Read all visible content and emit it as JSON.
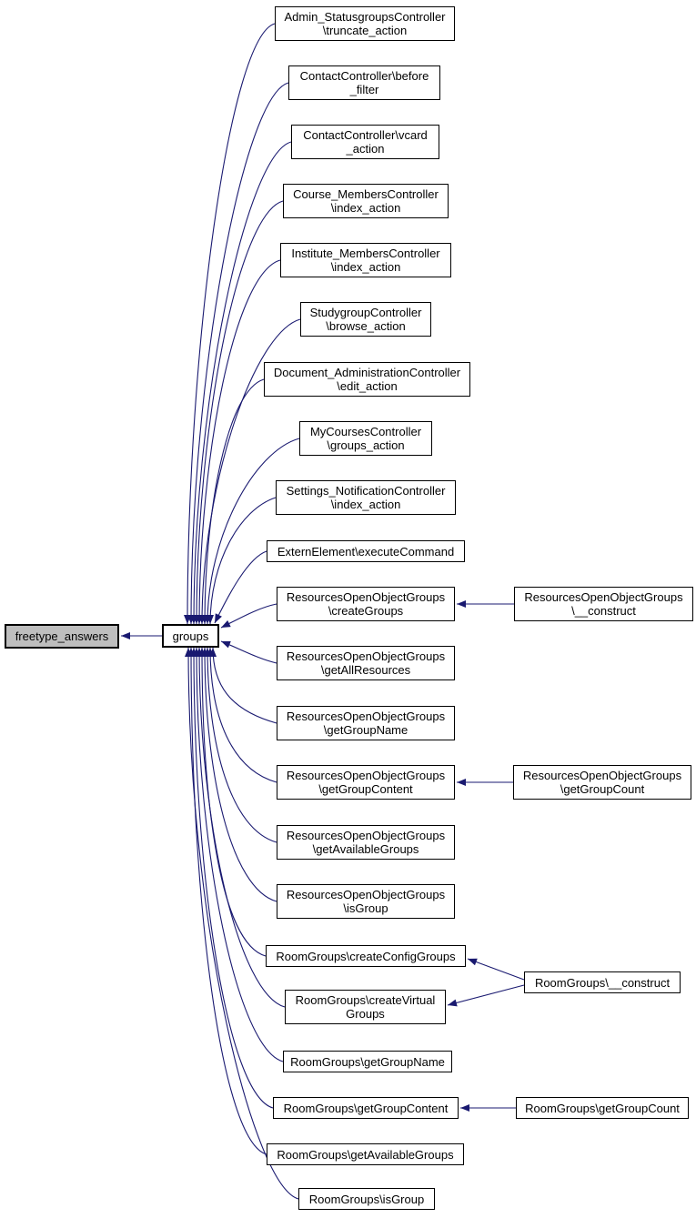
{
  "diagram": {
    "type": "doxygen-caller-graph",
    "background_color": "#ffffff",
    "edge_color": "#191970",
    "node_border_color": "#000000",
    "node_fill_color": "#ffffff",
    "highlight_fill_color": "#bebebe"
  },
  "nodes": [
    {
      "id": "freetype_answers",
      "lines": [
        "freetype_answers"
      ],
      "highlighted": true
    },
    {
      "id": "groups",
      "lines": [
        "groups"
      ]
    },
    {
      "id": "admin_statusgroups_truncate_action",
      "lines": [
        "Admin_StatusgroupsController",
        "\\truncate_action"
      ]
    },
    {
      "id": "contact_before_filter",
      "lines": [
        "ContactController\\before",
        "_filter"
      ]
    },
    {
      "id": "contact_vcard_action",
      "lines": [
        "ContactController\\vcard",
        "_action"
      ]
    },
    {
      "id": "course_members_index_action",
      "lines": [
        "Course_MembersController",
        "\\index_action"
      ]
    },
    {
      "id": "institute_members_index_action",
      "lines": [
        "Institute_MembersController",
        "\\index_action"
      ]
    },
    {
      "id": "studygroup_browse_action",
      "lines": [
        "StudygroupController",
        "\\browse_action"
      ]
    },
    {
      "id": "document_administration_edit_action",
      "lines": [
        "Document_AdministrationController",
        "\\edit_action"
      ]
    },
    {
      "id": "mycourses_groups_action",
      "lines": [
        "MyCoursesController",
        "\\groups_action"
      ]
    },
    {
      "id": "settings_notification_index_action",
      "lines": [
        "Settings_NotificationController",
        "\\index_action"
      ]
    },
    {
      "id": "externelement_executecommand",
      "lines": [
        "ExternElement\\executeCommand"
      ]
    },
    {
      "id": "roog_creategroups",
      "lines": [
        "ResourcesOpenObjectGroups",
        "\\createGroups"
      ]
    },
    {
      "id": "roog_getallresources",
      "lines": [
        "ResourcesOpenObjectGroups",
        "\\getAllResources"
      ]
    },
    {
      "id": "roog_getgroupname",
      "lines": [
        "ResourcesOpenObjectGroups",
        "\\getGroupName"
      ]
    },
    {
      "id": "roog_getgroupcontent",
      "lines": [
        "ResourcesOpenObjectGroups",
        "\\getGroupContent"
      ]
    },
    {
      "id": "roog_getavailablegroups",
      "lines": [
        "ResourcesOpenObjectGroups",
        "\\getAvailableGroups"
      ]
    },
    {
      "id": "roog_isgroup",
      "lines": [
        "ResourcesOpenObjectGroups",
        "\\isGroup"
      ]
    },
    {
      "id": "rg_createconfiggroups",
      "lines": [
        "RoomGroups\\createConfigGroups"
      ]
    },
    {
      "id": "rg_createvirtualgroups",
      "lines": [
        "RoomGroups\\createVirtual",
        "Groups"
      ]
    },
    {
      "id": "rg_getgroupname",
      "lines": [
        "RoomGroups\\getGroupName"
      ]
    },
    {
      "id": "rg_getgroupcontent",
      "lines": [
        "RoomGroups\\getGroupContent"
      ]
    },
    {
      "id": "rg_getavailablegroups",
      "lines": [
        "RoomGroups\\getAvailableGroups"
      ]
    },
    {
      "id": "rg_isgroup",
      "lines": [
        "RoomGroups\\isGroup"
      ]
    },
    {
      "id": "roog_construct",
      "lines": [
        "ResourcesOpenObjectGroups",
        "\\__construct"
      ]
    },
    {
      "id": "roog_getgroupcount",
      "lines": [
        "ResourcesOpenObjectGroups",
        "\\getGroupCount"
      ]
    },
    {
      "id": "rg_construct",
      "lines": [
        "RoomGroups\\__construct"
      ]
    },
    {
      "id": "rg_getgroupcount",
      "lines": [
        "RoomGroups\\getGroupCount"
      ]
    }
  ],
  "edges": [
    {
      "from": "groups",
      "to": "freetype_answers"
    },
    {
      "from": "admin_statusgroups_truncate_action",
      "to": "groups"
    },
    {
      "from": "contact_before_filter",
      "to": "groups"
    },
    {
      "from": "contact_vcard_action",
      "to": "groups"
    },
    {
      "from": "course_members_index_action",
      "to": "groups"
    },
    {
      "from": "institute_members_index_action",
      "to": "groups"
    },
    {
      "from": "studygroup_browse_action",
      "to": "groups"
    },
    {
      "from": "document_administration_edit_action",
      "to": "groups"
    },
    {
      "from": "mycourses_groups_action",
      "to": "groups"
    },
    {
      "from": "settings_notification_index_action",
      "to": "groups"
    },
    {
      "from": "externelement_executecommand",
      "to": "groups"
    },
    {
      "from": "roog_creategroups",
      "to": "groups"
    },
    {
      "from": "roog_getallresources",
      "to": "groups"
    },
    {
      "from": "roog_getgroupname",
      "to": "groups"
    },
    {
      "from": "roog_getgroupcontent",
      "to": "groups"
    },
    {
      "from": "roog_getavailablegroups",
      "to": "groups"
    },
    {
      "from": "roog_isgroup",
      "to": "groups"
    },
    {
      "from": "rg_createconfiggroups",
      "to": "groups"
    },
    {
      "from": "rg_createvirtualgroups",
      "to": "groups"
    },
    {
      "from": "rg_getgroupname",
      "to": "groups"
    },
    {
      "from": "rg_getgroupcontent",
      "to": "groups"
    },
    {
      "from": "rg_getavailablegroups",
      "to": "groups"
    },
    {
      "from": "rg_isgroup",
      "to": "groups"
    },
    {
      "from": "roog_construct",
      "to": "roog_creategroups"
    },
    {
      "from": "roog_getgroupcount",
      "to": "roog_getgroupcontent"
    },
    {
      "from": "rg_construct",
      "to": "rg_createconfiggroups"
    },
    {
      "from": "rg_construct",
      "to": "rg_createvirtualgroups"
    },
    {
      "from": "rg_getgroupcount",
      "to": "rg_getgroupcontent"
    }
  ]
}
